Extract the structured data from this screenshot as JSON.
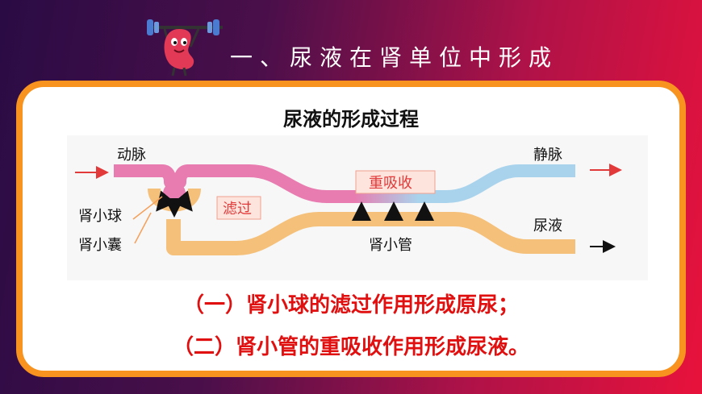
{
  "slide": {
    "title": "一、尿液在肾单位中形成"
  },
  "diagram": {
    "heading": "尿液的形成过程",
    "labels": {
      "artery": "动脉",
      "vein": "静脉",
      "urine": "尿液",
      "glomerulus": "肾小球",
      "capsule": "肾小囊",
      "tubule": "肾小管",
      "filtration": "滤过",
      "reabsorption": "重吸收"
    }
  },
  "summary": {
    "line1": "（一）肾小球的滤过作用形成原尿；",
    "line2": "（二）肾小管的重吸收作用形成尿液。"
  },
  "colors": {
    "accent_orange": "#f7931e",
    "text_red": "#e01010",
    "vessel_pink": "#e87bb0",
    "vessel_blue": "#a9d3ec",
    "tubule_orange": "#f5c07a"
  }
}
